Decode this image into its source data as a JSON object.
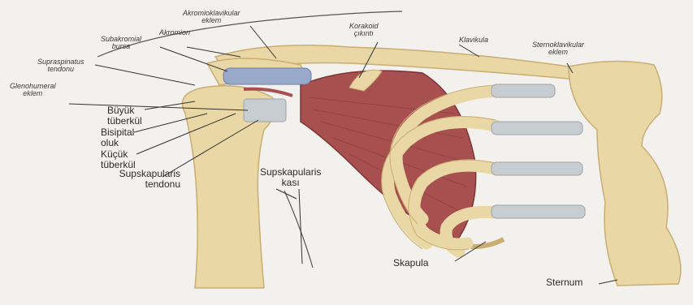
{
  "labels": {
    "akromioklavikular": [
      "Akromioklavikular",
      "eklem"
    ],
    "akromion": "Akromion",
    "korakoid": [
      "Korakoid",
      "çıkıntı"
    ],
    "klavikula": "Klavikula",
    "sternoklavikular": [
      "Sternoklavikular",
      "eklem"
    ],
    "subakromial": [
      "Subakromial",
      "bursa"
    ],
    "supraspinatus": [
      "Supraspinatus",
      "tendonu"
    ],
    "glenohumeral": [
      "Glenohumeral",
      "eklem"
    ],
    "buyuk_tuberkul": [
      "Büyük",
      "tüberkül"
    ],
    "bisipital_oluk": [
      "Bisipital",
      "oluk"
    ],
    "kucuk_tuberkul": [
      "Küçük",
      "tüberkül"
    ],
    "supskapularis_tendonu": [
      "Supskapularis",
      "tendonu"
    ],
    "supskapularis_kasi": [
      "Supskapularis",
      "kası"
    ],
    "skapula": "Skapula",
    "sternum": "Sternum"
  },
  "colors": {
    "background": "#f3f1ee",
    "bone": "#ead7a6",
    "bone_shadow": "#c9ad73",
    "muscle": "#a8504f",
    "muscle_dark": "#7e3434",
    "cartilage": "#c8cdd2",
    "bursa": "#98a9c9",
    "label_line": "#333333"
  }
}
